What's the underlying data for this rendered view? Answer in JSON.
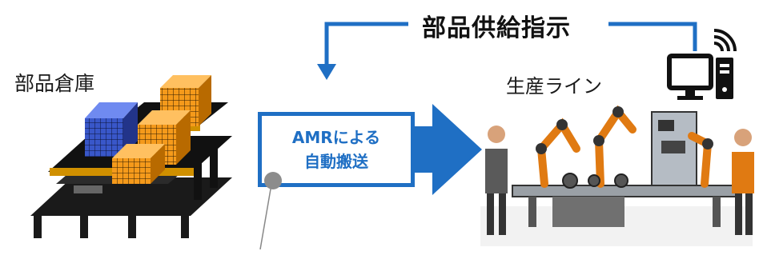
{
  "labels": {
    "title": "部品供給指示",
    "warehouse": "部品倉庫",
    "production_line": "生産ライン",
    "amr_line1": "AMRによる",
    "amr_line2": "自動搬送"
  },
  "colors": {
    "accent_blue": "#1f6fc4",
    "box_orange": "#f59a1b",
    "box_blue": "#3957c9",
    "robot_orange": "#e07a12"
  }
}
